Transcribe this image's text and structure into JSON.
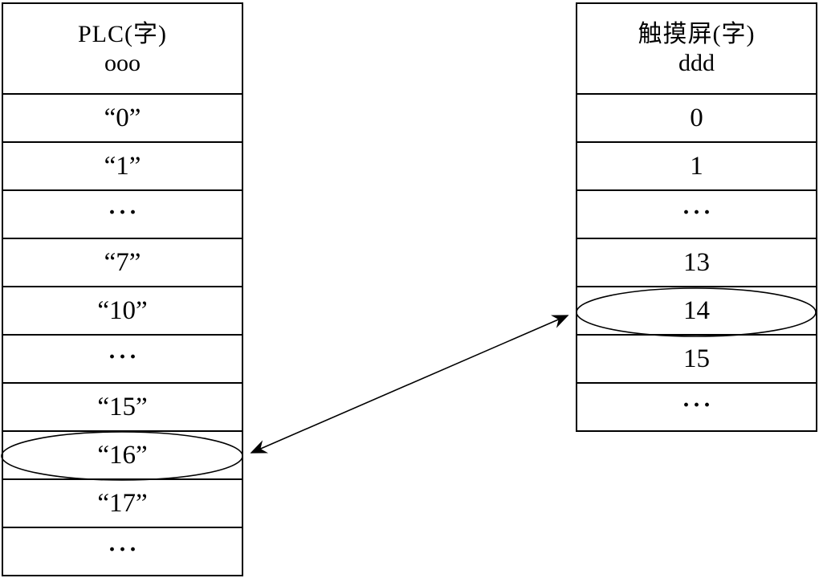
{
  "left_table": {
    "title_line1": "PLC(字)",
    "title_line2": "ooo",
    "rows": [
      {
        "label": "“0”",
        "circled": false
      },
      {
        "label": "“1”",
        "circled": false
      },
      {
        "label": "···",
        "circled": false
      },
      {
        "label": "“7”",
        "circled": false
      },
      {
        "label": "“10”",
        "circled": false
      },
      {
        "label": "···",
        "circled": false
      },
      {
        "label": "“15”",
        "circled": false
      },
      {
        "label": "“16”",
        "circled": true
      },
      {
        "label": "“17”",
        "circled": false
      },
      {
        "label": "···",
        "circled": false
      }
    ]
  },
  "right_table": {
    "title_line1": "触摸屏(字)",
    "title_line2": "ddd",
    "rows": [
      {
        "label": "0",
        "circled": false
      },
      {
        "label": "1",
        "circled": false
      },
      {
        "label": "···",
        "circled": false
      },
      {
        "label": "13",
        "circled": false
      },
      {
        "label": "14",
        "circled": true
      },
      {
        "label": "15",
        "circled": false
      },
      {
        "label": "···",
        "circled": false
      }
    ]
  },
  "connector": {
    "type": "double-headed-arrow",
    "from_cell": "“16”",
    "to_cell": "14"
  },
  "colors": {
    "line": "#000000",
    "text": "#000000",
    "background": "#ffffff"
  }
}
